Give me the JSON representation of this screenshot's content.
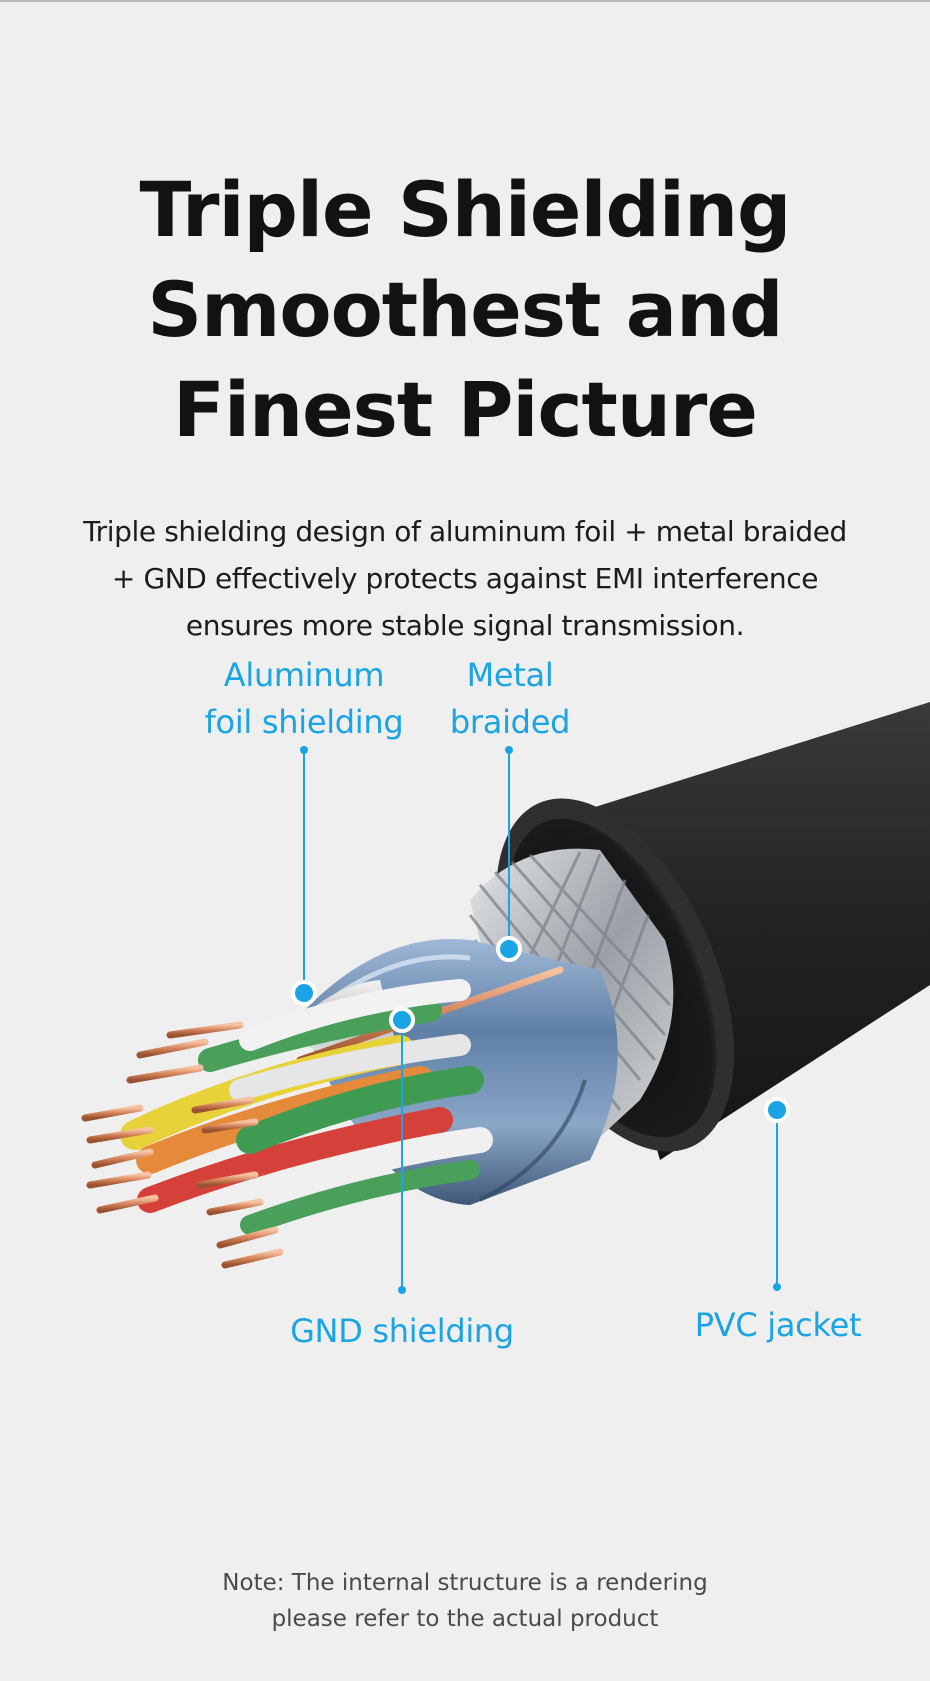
{
  "heading": {
    "lines": [
      "Triple Shielding",
      "Smoothest and",
      "Finest Picture"
    ]
  },
  "description": {
    "lines": [
      "Triple shielding design of aluminum foil + metal braided",
      "+ GND effectively protects against EMI interference",
      "ensures more stable signal transmission."
    ]
  },
  "callouts": {
    "aluminum": {
      "lines": [
        "Aluminum",
        "foil shielding"
      ]
    },
    "metal": {
      "lines": [
        "Metal",
        "braided"
      ]
    },
    "gnd": {
      "label": "GND shielding"
    },
    "pvc": {
      "label": "PVC jacket"
    }
  },
  "note": {
    "lines": [
      "Note: The internal structure is a rendering",
      "please refer to the actual product"
    ]
  },
  "colors": {
    "accent": "#1aa4e3",
    "background": "#efefef",
    "jacket": "#2b2b2b",
    "copper": "#d4835a"
  },
  "icons": [
    "cable-cross-section-illustration"
  ]
}
